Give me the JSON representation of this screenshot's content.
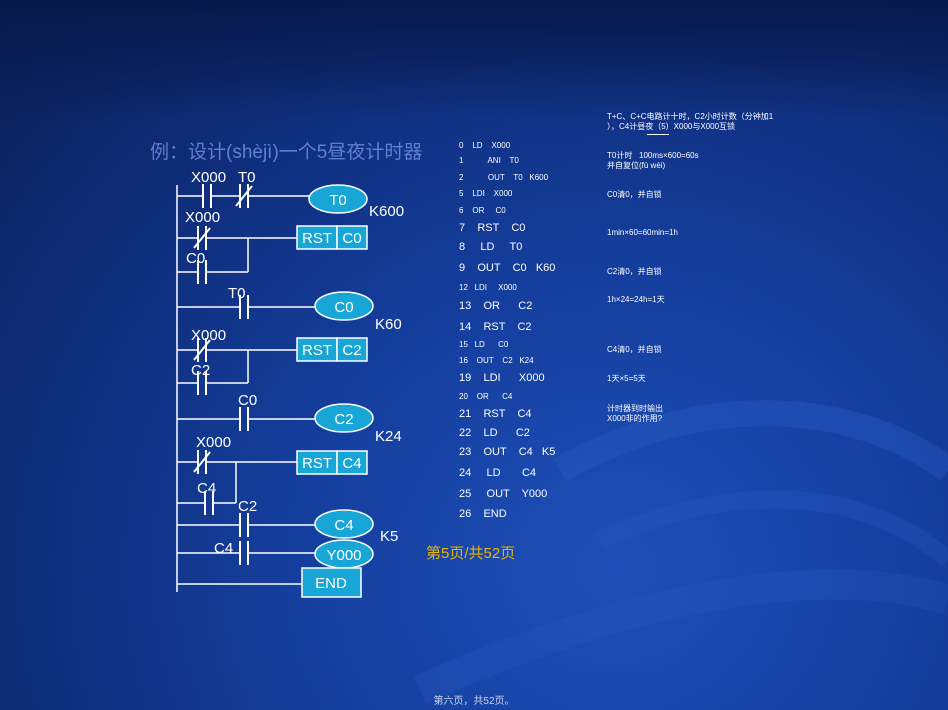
{
  "title": "例：设计(shèjì)一个5昼夜计时器",
  "ladder": {
    "contacts": [
      "X000",
      "T0",
      "X000",
      "C0",
      "T0",
      "X000",
      "C2",
      "C0",
      "X000",
      "C4",
      "C2",
      "C4"
    ],
    "coil_items": [
      "T0",
      "RST",
      "C0",
      "C0",
      "RST",
      "C2",
      "C2",
      "RST",
      "C4",
      "C4",
      "Y000",
      "END"
    ],
    "constants": [
      "K600",
      "K60",
      "K24",
      "K5"
    ]
  },
  "program": [
    "0    LD    X000",
    "1           ANI    T0",
    "2           OUT    T0   K600",
    "5    LDI    X000",
    "6    OR     C0",
    "7    RST    C0",
    "8     LD     T0",
    "9    OUT    C0   K60",
    "12   LDI     X000",
    "13    OR      C2",
    "14    RST    C2",
    "15   LD      C0",
    "16    OUT    C2   K24",
    "19    LDI      X000",
    "20    OR      C4",
    "21    RST    C4",
    "22    LD      C2",
    "23    OUT    C4   K5",
    "24     LD       C4",
    "25     OUT    Y000",
    "26    END"
  ],
  "notes": [
    "T+C、C+C电路计十时，C2小时计数（分钟加1\n），C4计昼夜（5）X000与X000互锁",
    "T0计时   100ms×600=60s\n并自复位(fù wèi)",
    "C0清0，并自锁",
    "1min×60=60min=1h",
    "C2清0，并自锁",
    "1h×24=24h=1天",
    "C4清0，并自锁",
    "1天×5=5天",
    "计时器到时输出\nX000非的作用?"
  ],
  "page_number": "第5页/共52页",
  "footer": "第六页，共52页。",
  "colors": {
    "background": "#153f9f",
    "coil_fill": "#18a6d6",
    "page_number": "#e8b500",
    "title": "#5f7fd0"
  }
}
